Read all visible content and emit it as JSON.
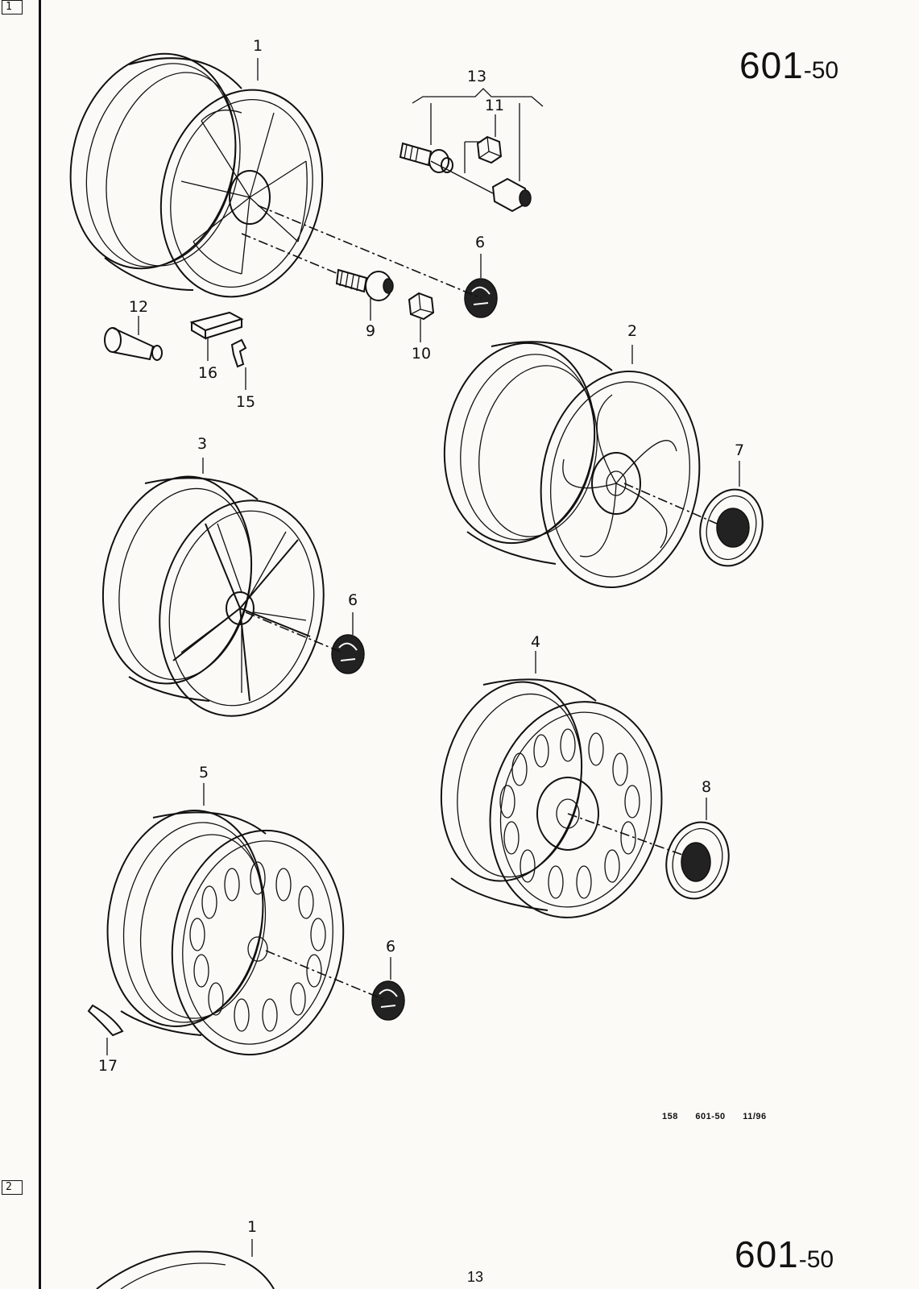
{
  "markers": {
    "first": "1",
    "second": "2"
  },
  "code_top": {
    "main": "601",
    "suffix": "-50"
  },
  "code_bottom": {
    "main": "601",
    "suffix": "-50"
  },
  "footer_ref": {
    "page": "158",
    "code": "601-50",
    "date": "11/96"
  },
  "next_page_number": "13",
  "callouts": {
    "c1": "1",
    "c2": "2",
    "c3": "3",
    "c4": "4",
    "c5": "5",
    "c6a": "6",
    "c6b": "6",
    "c6c": "6",
    "c7": "7",
    "c8": "8",
    "c9": "9",
    "c10": "10",
    "c11": "11",
    "c12": "12",
    "c13": "13",
    "c15": "15",
    "c16": "16",
    "c17": "17",
    "c1_next": "1"
  },
  "colors": {
    "ink": "#111111",
    "paper": "#fbfaf7"
  }
}
